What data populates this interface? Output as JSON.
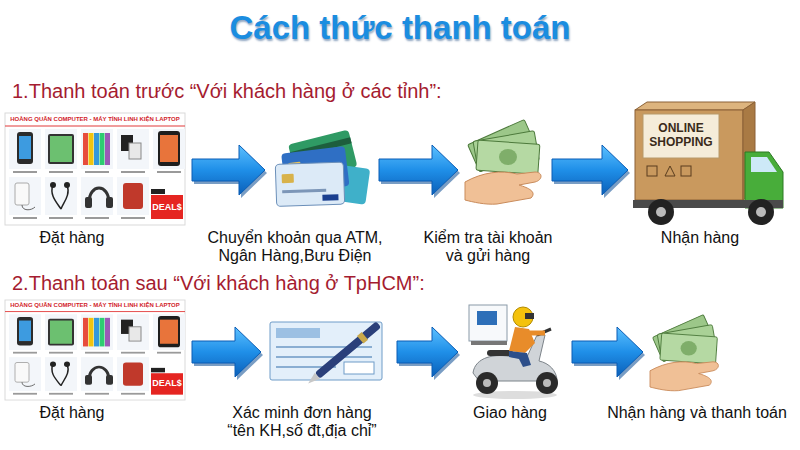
{
  "diagram": {
    "title": "Cách thức thanh toán",
    "nodes": [
      {
        "text": [
          "Đặt hàng"
        ]
      },
      {
        "text": [
          "Chuyển khoản qua ATM, Ngân Hàng,Bưu Điện"
        ]
      },
      {
        "text": [
          "Kiểm tra tài khoản và gửi hàng"
        ]
      },
      {
        "text": [
          "Nhận hàng"
        ]
      },
      {
        "text": [
          "Đặt hàng"
        ]
      },
      {
        "text": [
          "Xác minh đơn hàng “tên KH,số đt,địa chỉ”"
        ]
      },
      {
        "text": [
          "Giao hàng"
        ]
      },
      {
        "text": [
          "Nhận hàng và thanh toán"
        ]
      }
    ],
    "edges": [
      {
        "from": 0,
        "to": 1,
        "arrow": "to"
      },
      {
        "from": 1,
        "to": 2,
        "arrow": "to"
      },
      {
        "from": 2,
        "to": 3,
        "arrow": "to"
      },
      {
        "from": 4,
        "to": 5,
        "arrow": "to"
      },
      {
        "from": 5,
        "to": 6,
        "arrow": "to"
      },
      {
        "from": 6,
        "to": 7,
        "arrow": "to"
      }
    ],
    "labels": [
      "1.Thanh toán trước “Với khách hàng ở các tỉnh”:",
      "HOÀNG QUÂN COMPUTER - MÁY TÍNH LINH KIỆN LAPTOP",
      "DEAL$",
      "ONLINE SHOPPING",
      "2.Thanh toán sau “Với khách hàng ở TpHCM”:",
      "HOÀNG QUÂN COMPUTER - MÁY TÍNH LINH KIỆN LAPTOP",
      "DEAL$"
    ]
  }
}
